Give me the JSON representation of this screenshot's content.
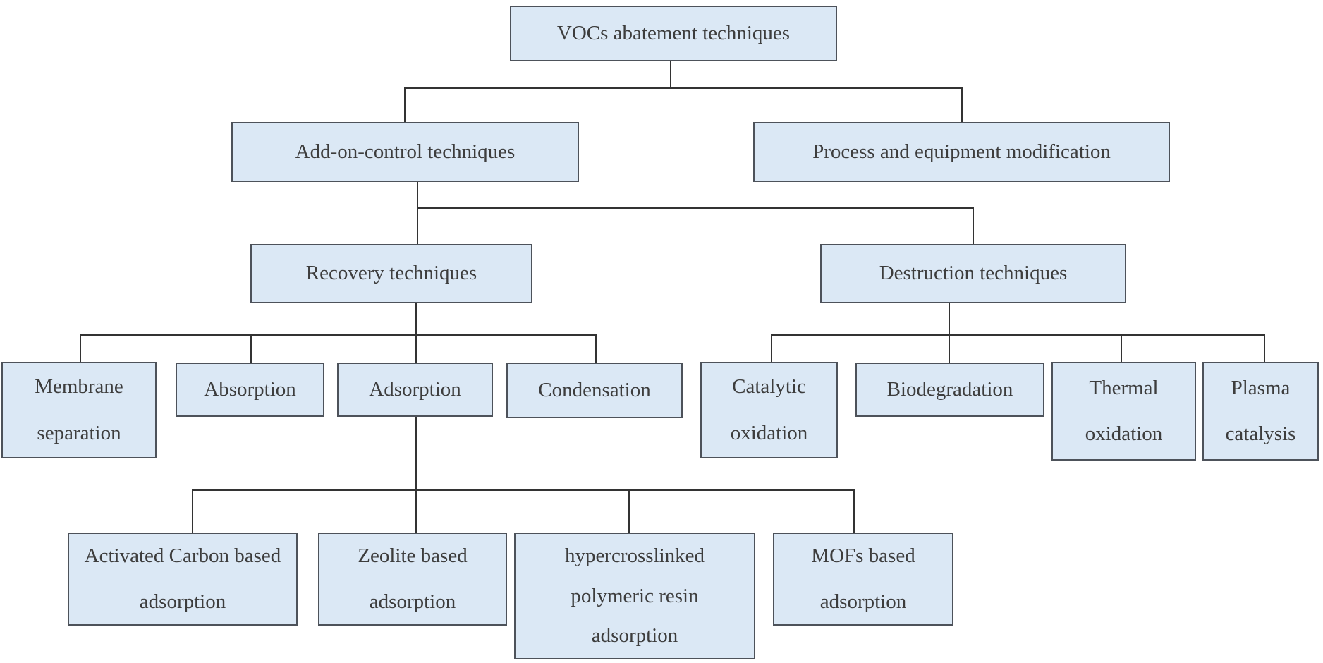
{
  "diagram": {
    "type": "flowchart",
    "title": "VOCs abatement techniques",
    "colors": {
      "node_fill": "#dbe8f5",
      "node_border": "#4d525a",
      "connector": "#333333",
      "text": "#3d3d3d",
      "background": "#ffffff"
    },
    "nodes": {
      "root": {
        "label": "VOCs abatement techniques"
      },
      "addon": {
        "label": "Add-on-control techniques"
      },
      "process": {
        "label": "Process and equipment modification"
      },
      "recovery": {
        "label": "Recovery techniques"
      },
      "destruction": {
        "label": "Destruction techniques"
      },
      "membrane": {
        "label": "Membrane separation"
      },
      "absorption": {
        "label": "Absorption"
      },
      "adsorption": {
        "label": "Adsorption"
      },
      "condensation": {
        "label": "Condensation"
      },
      "catalytic": {
        "label": "Catalytic oxidation"
      },
      "biodegradation": {
        "label": "Biodegradation"
      },
      "thermal": {
        "label": "Thermal oxidation"
      },
      "plasma": {
        "label": "Plasma catalysis"
      },
      "activated_carbon": {
        "label": "Activated Carbon based adsorption"
      },
      "zeolite": {
        "label": "Zeolite based adsorption"
      },
      "hypercrosslinked": {
        "label": "hypercrosslinked polymeric resin adsorption"
      },
      "mofs": {
        "label": "MOFs based adsorption"
      }
    },
    "edges": [
      {
        "from": "root",
        "to": "addon"
      },
      {
        "from": "root",
        "to": "process"
      },
      {
        "from": "addon",
        "to": "recovery"
      },
      {
        "from": "addon",
        "to": "destruction"
      },
      {
        "from": "recovery",
        "to": "membrane"
      },
      {
        "from": "recovery",
        "to": "absorption"
      },
      {
        "from": "recovery",
        "to": "adsorption"
      },
      {
        "from": "recovery",
        "to": "condensation"
      },
      {
        "from": "destruction",
        "to": "catalytic"
      },
      {
        "from": "destruction",
        "to": "biodegradation"
      },
      {
        "from": "destruction",
        "to": "thermal"
      },
      {
        "from": "destruction",
        "to": "plasma"
      },
      {
        "from": "adsorption",
        "to": "activated_carbon"
      },
      {
        "from": "adsorption",
        "to": "zeolite"
      },
      {
        "from": "adsorption",
        "to": "hypercrosslinked"
      },
      {
        "from": "adsorption",
        "to": "mofs"
      }
    ]
  }
}
